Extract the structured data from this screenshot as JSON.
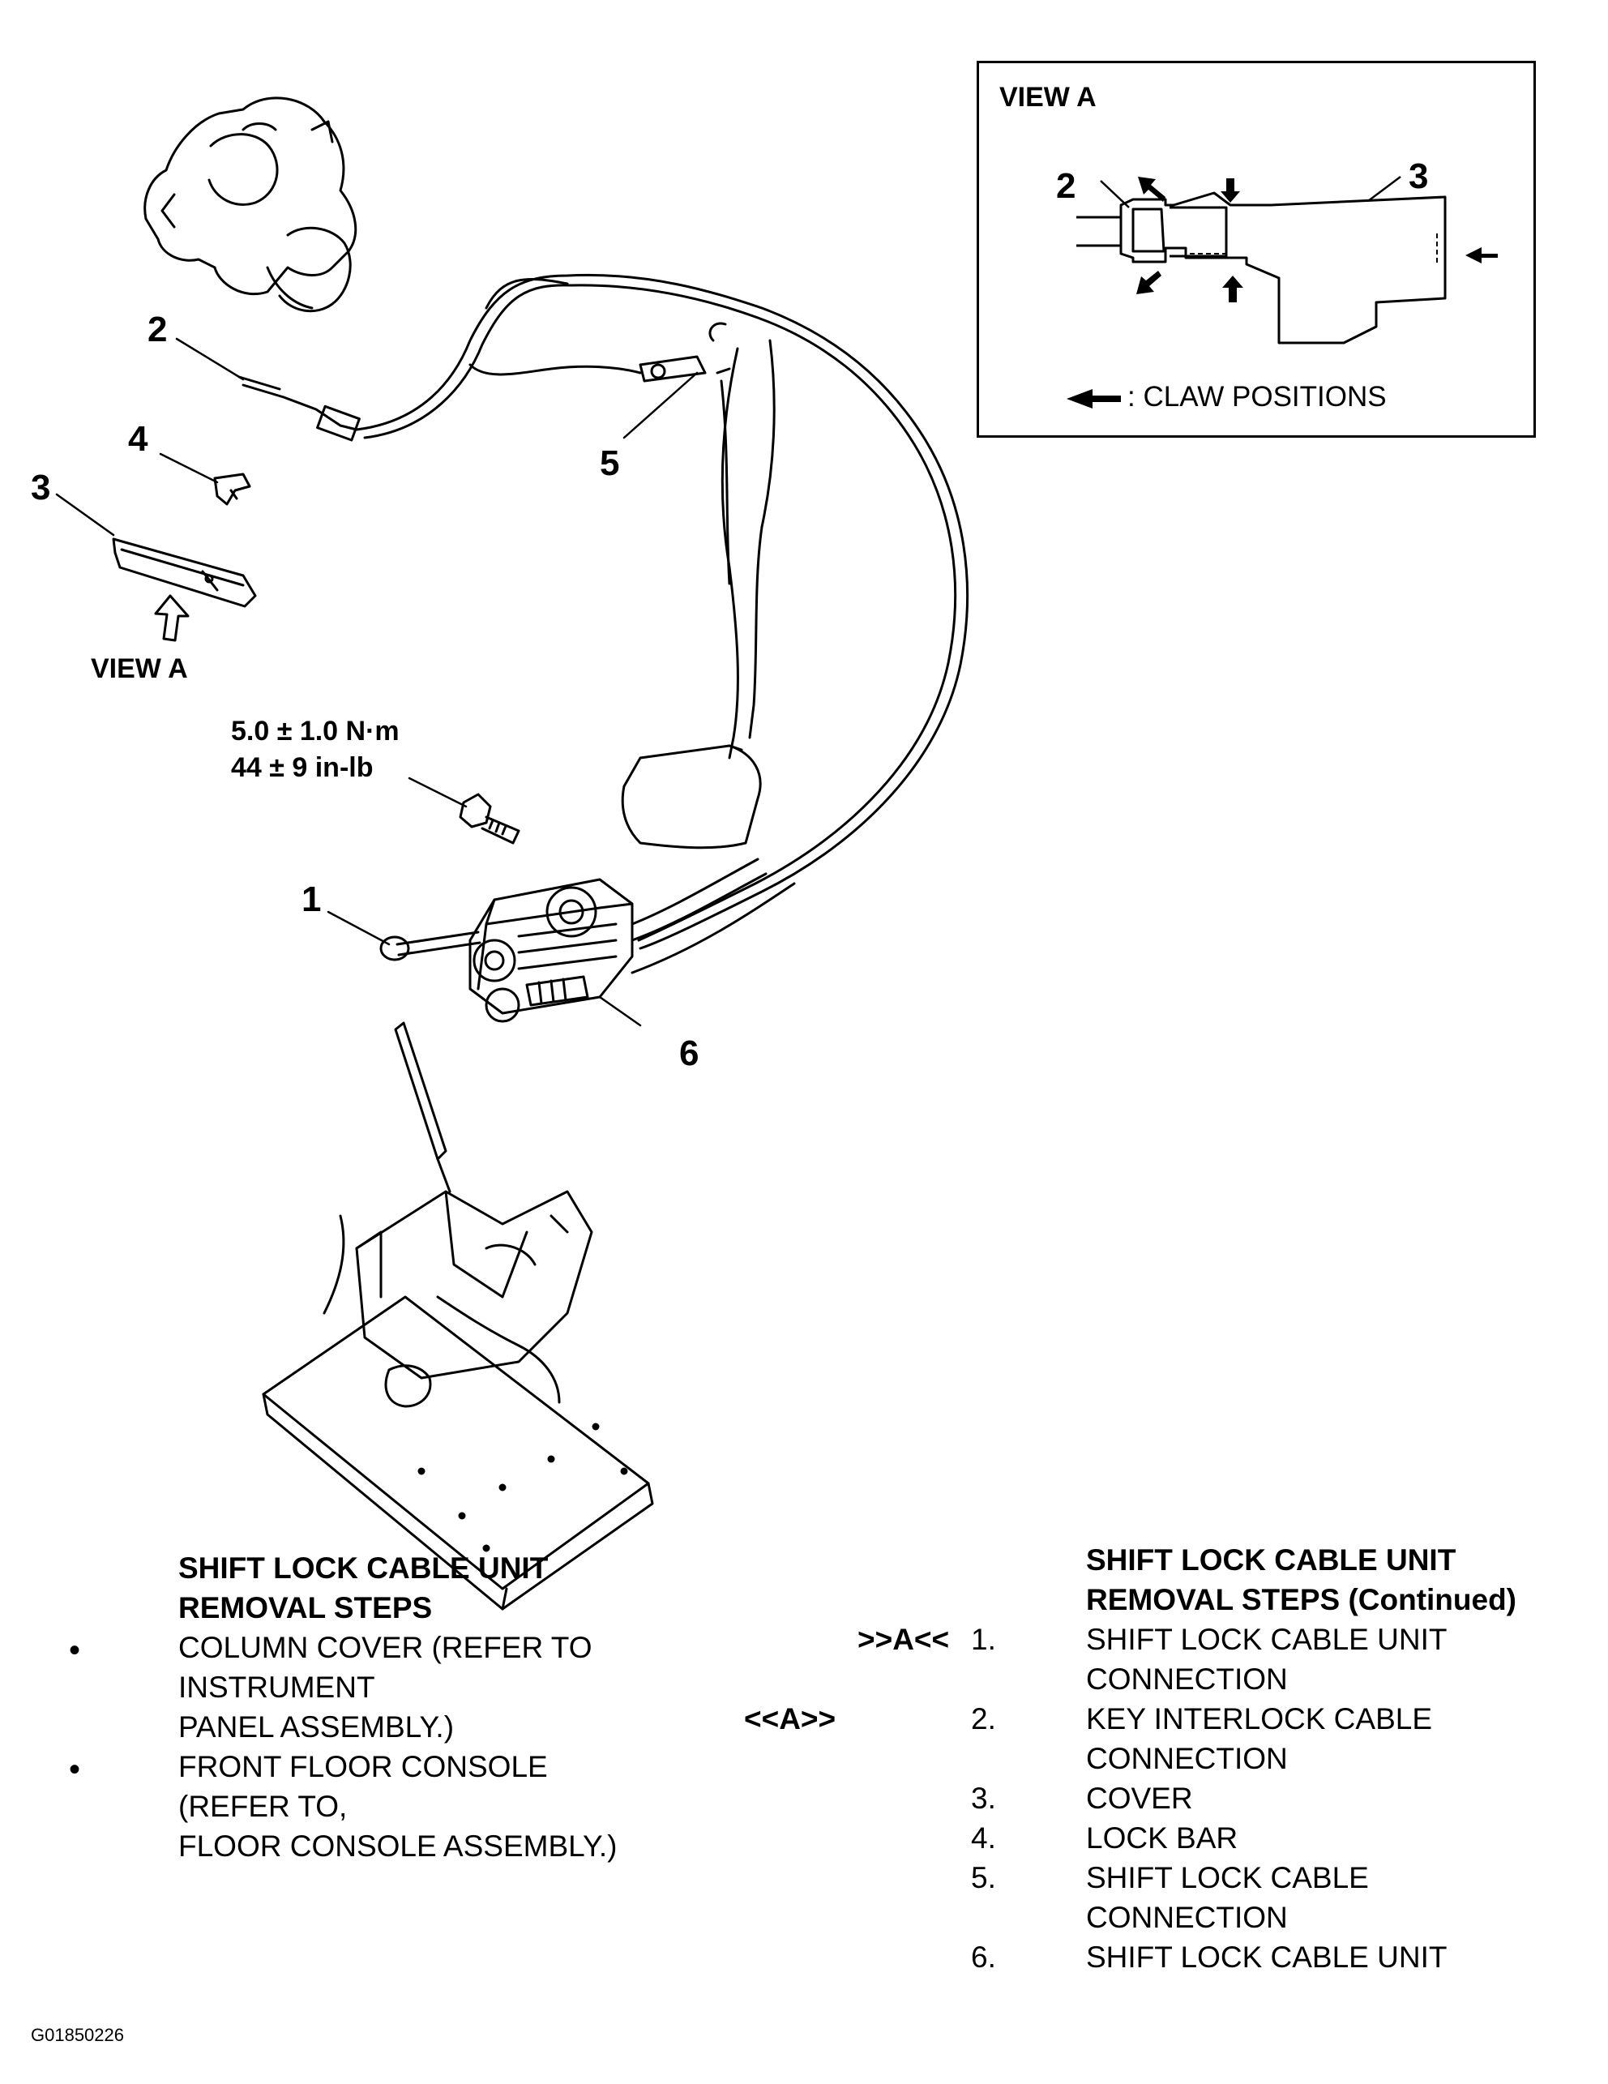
{
  "view_a": {
    "title": "VIEW A",
    "callout_2": "2",
    "callout_3": "3",
    "legend_text": ": CLAW POSITIONS"
  },
  "main_diagram": {
    "callouts": [
      "1",
      "2",
      "3",
      "4",
      "5",
      "6"
    ],
    "view_a_label": "VIEW A",
    "torque_nm": "5.0 ± 1.0 N·m",
    "torque_inlb": "44 ± 9 in-lb"
  },
  "left_steps": {
    "title_line1": "SHIFT LOCK CABLE UNIT",
    "title_line2": "REMOVAL STEPS",
    "items": [
      {
        "bullet": "•",
        "lines": [
          "COLUMN COVER (REFER TO",
          "INSTRUMENT",
          "PANEL ASSEMBLY.)"
        ]
      },
      {
        "bullet": "•",
        "lines": [
          "FRONT FLOOR CONSOLE",
          "(REFER TO,",
          "FLOOR CONSOLE ASSEMBLY.)"
        ]
      }
    ]
  },
  "right_steps": {
    "title_line1": "SHIFT LOCK CABLE UNIT",
    "title_line2": "REMOVAL STEPS (Continued)",
    "items": [
      {
        "num": "1.",
        "marker": ">>A<<",
        "lines": [
          "SHIFT LOCK CABLE UNIT",
          "CONNECTION"
        ]
      },
      {
        "num": "2.",
        "marker": "<<A>>",
        "lines": [
          "KEY INTERLOCK CABLE",
          "CONNECTION"
        ]
      },
      {
        "num": "3.",
        "lines": [
          "COVER"
        ]
      },
      {
        "num": "4.",
        "lines": [
          "LOCK BAR"
        ]
      },
      {
        "num": "5.",
        "lines": [
          "SHIFT LOCK CABLE",
          "CONNECTION"
        ]
      },
      {
        "num": "6.",
        "lines": [
          "SHIFT LOCK CABLE UNIT"
        ]
      }
    ]
  },
  "figure_id": "G01850226"
}
